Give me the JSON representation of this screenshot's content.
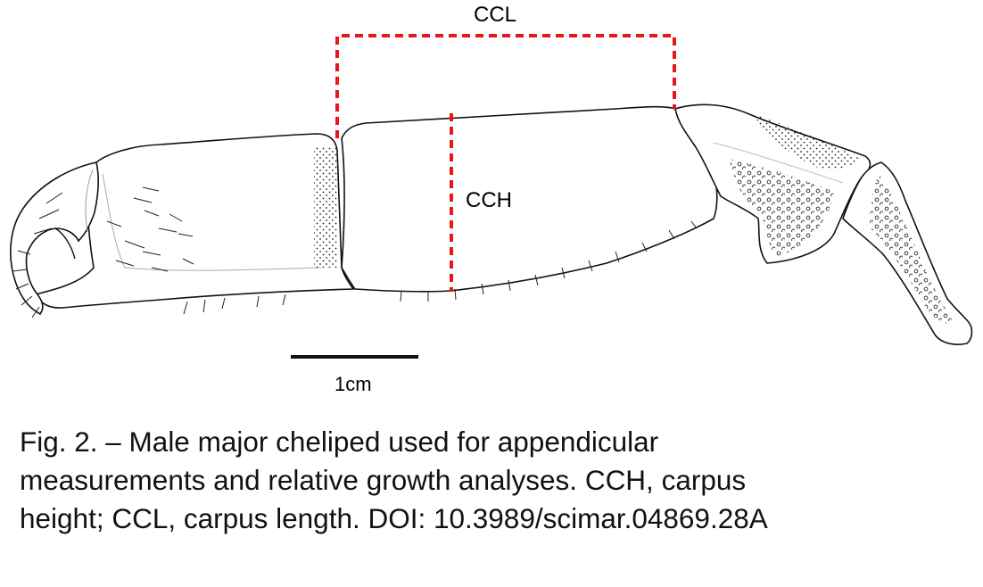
{
  "figure": {
    "labels": {
      "ccl": "CCL",
      "cch": "CCH",
      "scale_bar": "1cm"
    },
    "measurement_color": "#e8151b",
    "caption_lines": [
      "Fig. 2. – Male major cheliped used for appendicular",
      "measurements and relative growth analyses. CCH, carpus",
      "height; CCL, carpus length. DOI: 10.3989/scimar.04869.28A"
    ]
  }
}
